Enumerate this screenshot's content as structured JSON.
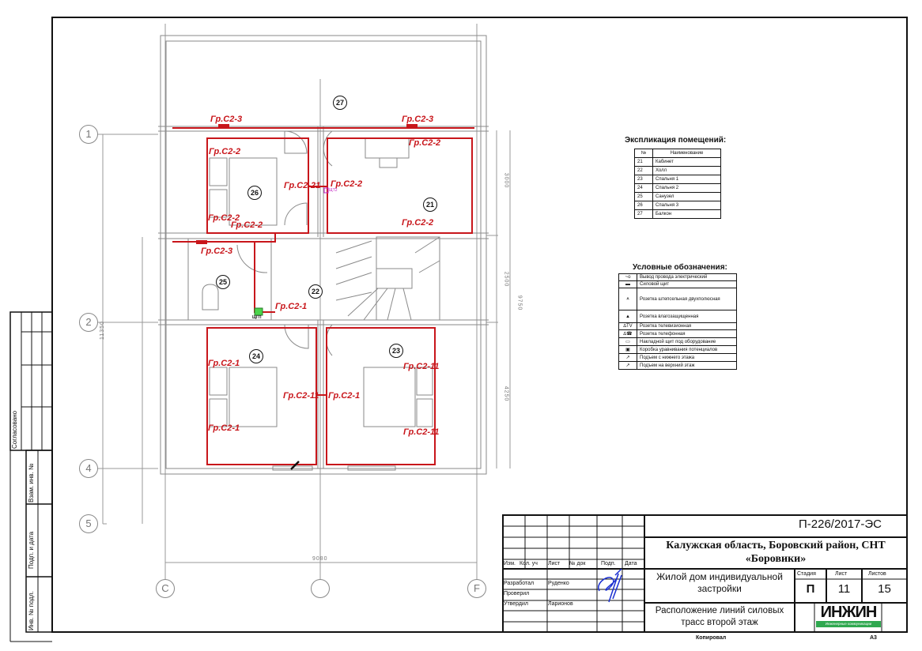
{
  "plan": {
    "group_labels": [
      {
        "id": "top-left-c2-3",
        "text": "Гр.С2-3"
      },
      {
        "id": "top-right-c2-3",
        "text": "Гр.С2-3"
      },
      {
        "id": "r26-top",
        "text": "Гр.С2-2"
      },
      {
        "id": "r21-top",
        "text": "Гр.С2-2"
      },
      {
        "id": "r26-right",
        "text": "Гр.С2-21"
      },
      {
        "id": "r21-left",
        "text": "Гр.С2-2"
      },
      {
        "id": "r26-bottom-a",
        "text": "Гр.С2-2"
      },
      {
        "id": "r26-bottom-b",
        "text": "Гр.С2-2"
      },
      {
        "id": "r21-bottom",
        "text": "Гр.С2-2"
      },
      {
        "id": "r25",
        "text": "Гр.С2-3"
      },
      {
        "id": "r22",
        "text": "Гр.С2-1"
      },
      {
        "id": "r24-top",
        "text": "Гр.С2-1"
      },
      {
        "id": "r24-right",
        "text": "Гр.С2-11"
      },
      {
        "id": "r23-left",
        "text": "Гр.С2-1"
      },
      {
        "id": "r23-top",
        "text": "Гр.С2-11"
      },
      {
        "id": "r24-bottom",
        "text": "Гр.С2-1"
      },
      {
        "id": "r23-bottom",
        "text": "Гр.С2-11"
      }
    ],
    "rooms": [
      "27",
      "26",
      "21",
      "25",
      "22",
      "24",
      "23"
    ],
    "axes_rows": [
      "1",
      "2",
      "4",
      "5"
    ],
    "axes_cols": [
      "C",
      "",
      "F"
    ],
    "panel_labels": {
      "tv": "ЩТ2",
      "power": "ЩГП"
    },
    "dimensions": {
      "d1": "3000",
      "d2": "2500",
      "d3": "4250",
      "total_right": "9750",
      "total_left": "11350",
      "bottom": "9080"
    },
    "colors": {
      "wiring": "#c8161b",
      "walls": "#8a8a8a"
    }
  },
  "explication": {
    "title": "Экспликация помещений:",
    "headers": [
      "№",
      "Наименование"
    ],
    "rows": [
      [
        "21",
        "Кабинет"
      ],
      [
        "22",
        "Холл"
      ],
      [
        "23",
        "Спальня 1"
      ],
      [
        "24",
        "Спальня 2"
      ],
      [
        "25",
        "Санузел"
      ],
      [
        "26",
        "Спальня 3"
      ],
      [
        "27",
        "Балкон"
      ]
    ]
  },
  "legend": {
    "title": "Условные обозначения:",
    "items": [
      {
        "icon": "wire-outlet-icon",
        "glyph": "~o",
        "text": "Вывод провода электрический"
      },
      {
        "icon": "power-panel-icon",
        "glyph": "▬",
        "text": "Силовой щит"
      },
      {
        "icon": "socket-double-icon",
        "glyph": "⩓",
        "text": "Розетка штепсельная двухполюсная"
      },
      {
        "icon": "socket-waterproof-icon",
        "glyph": "▲",
        "text": "Розетка влагозащищенная"
      },
      {
        "icon": "socket-tv-icon",
        "glyph": "∆TV",
        "text": "Розетка телевизионная"
      },
      {
        "icon": "socket-phone-icon",
        "glyph": "∆☎",
        "text": "Розетка телефонная"
      },
      {
        "icon": "surface-panel-icon",
        "glyph": "▭",
        "text": "Накладной щит под оборудование"
      },
      {
        "icon": "equipotential-box-icon",
        "glyph": "▣",
        "text": "Коробка уравнивания потенциалов"
      },
      {
        "icon": "riser-from-below-icon",
        "glyph": "↗",
        "text": "Подъем с нижнего этажа"
      },
      {
        "icon": "riser-to-above-icon",
        "glyph": "↗",
        "text": "Подъем на верхний этаж"
      }
    ]
  },
  "side_stamp": {
    "agreed": "Согласовано",
    "replace": "Взам. инв. №",
    "sign_date": "Подп. и дата",
    "inv": "Инв. № подл."
  },
  "title_block": {
    "code": "П-226/2017-ЭС",
    "address": "Калужская область, Боровский район, СНТ «Боровики»",
    "object": "Жилой дом индивидуальной застройки",
    "sheet_title": "Расположение линий силовых трасс второй этаж",
    "headers": [
      "Изм.",
      "Кол. уч",
      "Лист",
      "№ док",
      "Подп.",
      "Дата"
    ],
    "stage_label": "Стадия",
    "sheet_label": "Лист",
    "sheets_label": "Листов",
    "stage": "П",
    "sheet": "11",
    "sheets": "15",
    "people": [
      [
        "Разработал",
        "Руденко"
      ],
      [
        "Проверил",
        ""
      ],
      [
        "Утвердил",
        "Ларионов"
      ]
    ],
    "logo": "ИНЖИН",
    "logo_sub": "Инженерные коммуникации",
    "copied": "Копировал",
    "format": "А3"
  }
}
